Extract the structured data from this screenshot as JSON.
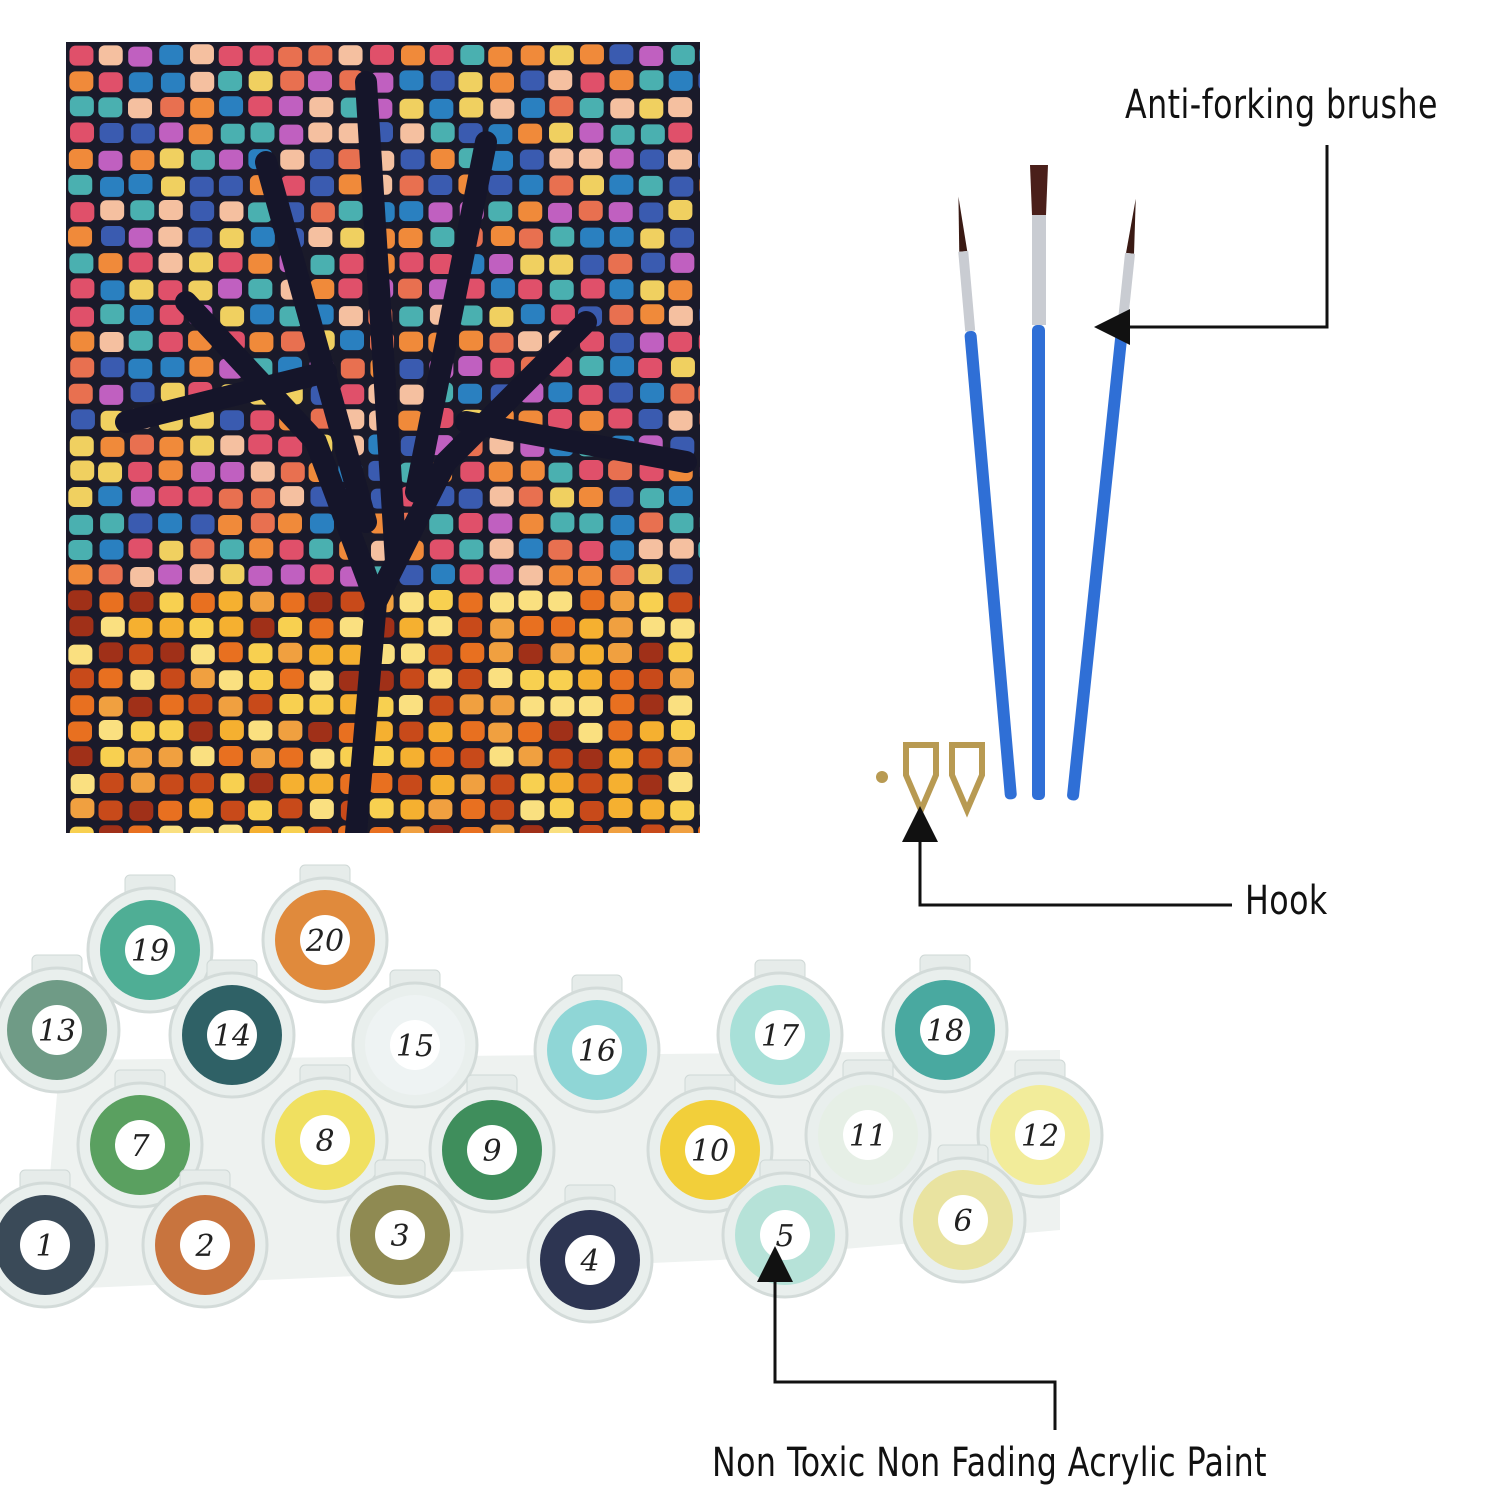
{
  "labels": {
    "brushes": "Anti-forking brushe",
    "hook": "Hook",
    "paint": "Non Toxic Non Fading Acrylic Paint"
  },
  "paint_pots": [
    {
      "number": "19",
      "color": "#4fae95"
    },
    {
      "number": "20",
      "color": "#e08a3c"
    },
    {
      "number": "13",
      "color": "#6f9b86"
    },
    {
      "number": "14",
      "color": "#2f6166"
    },
    {
      "number": "15",
      "color": "#eef3f3"
    },
    {
      "number": "16",
      "color": "#8fd6d6"
    },
    {
      "number": "17",
      "color": "#a8e0d8"
    },
    {
      "number": "18",
      "color": "#49a9a0"
    },
    {
      "number": "7",
      "color": "#5aa060"
    },
    {
      "number": "8",
      "color": "#f0e060"
    },
    {
      "number": "9",
      "color": "#3f8e5c"
    },
    {
      "number": "10",
      "color": "#f2cf3a"
    },
    {
      "number": "11",
      "color": "#e6efe6"
    },
    {
      "number": "12",
      "color": "#f2ec9a"
    },
    {
      "number": "1",
      "color": "#3a4a58"
    },
    {
      "number": "2",
      "color": "#c8743e"
    },
    {
      "number": "3",
      "color": "#8f8a52"
    },
    {
      "number": "4",
      "color": "#2d3552"
    },
    {
      "number": "5",
      "color": "#b6e2d8"
    },
    {
      "number": "6",
      "color": "#e9e3a0"
    }
  ],
  "colors": {
    "brush_handle": "#2f6fd6",
    "line": "#111111"
  }
}
